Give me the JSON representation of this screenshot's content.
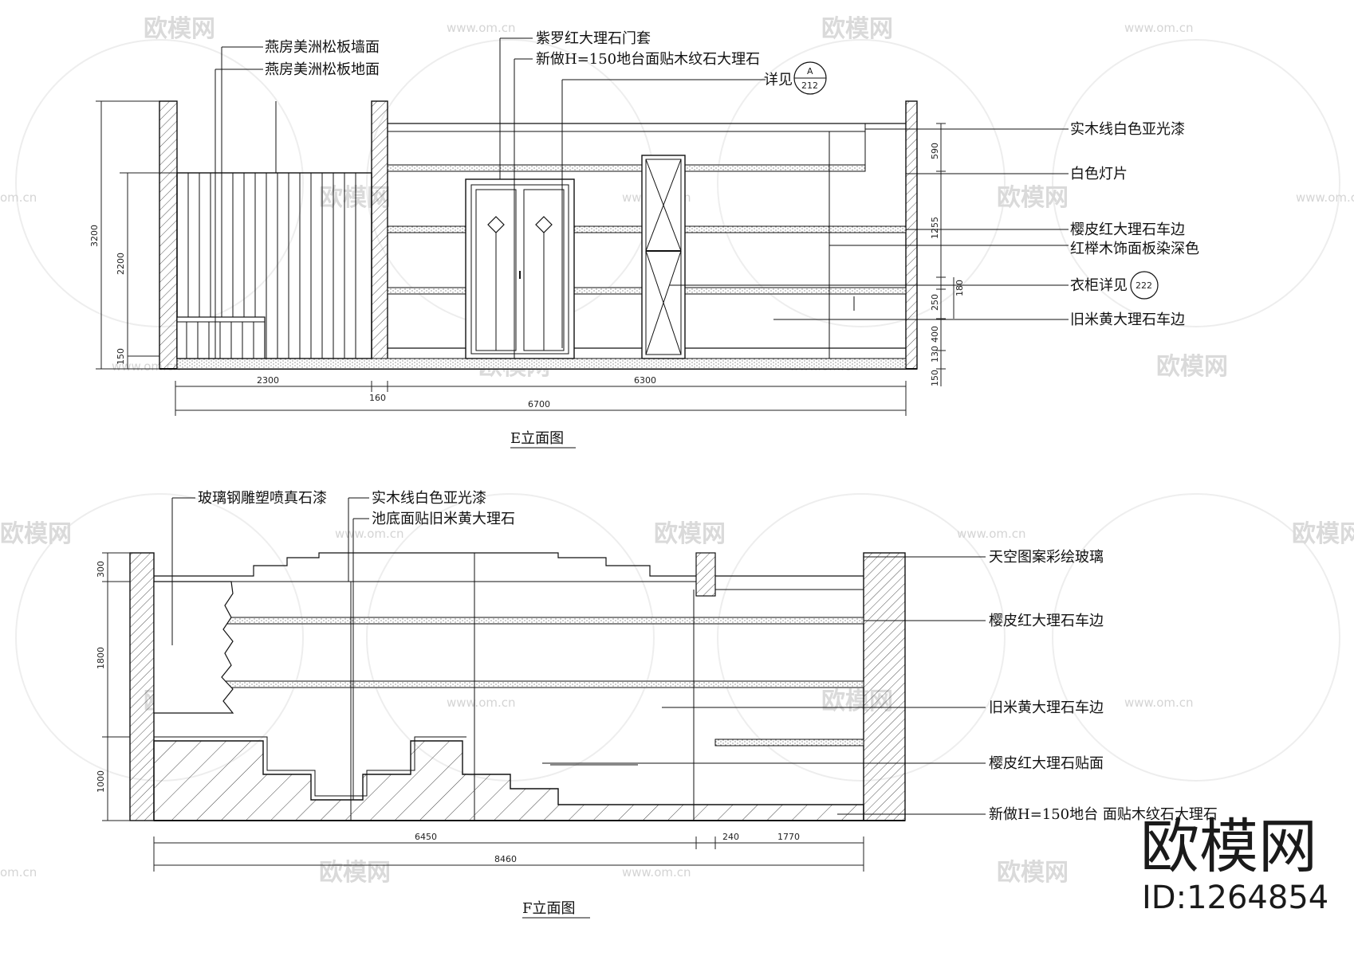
{
  "elevation_top": {
    "title": "E立面图",
    "labels_left": [
      "燕房美洲松板墙面",
      "燕房美洲松板地面"
    ],
    "labels_top": [
      "紫罗红大理石门套",
      "新做H=150地台面贴木纹石大理石",
      "详见"
    ],
    "detail_ref": {
      "top": "A",
      "bottom": "212"
    },
    "labels_right": [
      "实木线白色亚光漆",
      "白色灯片",
      "樱皮红大理石车边",
      "红榉木饰面板染深色",
      "衣柜详见",
      "旧米黄大理石车边"
    ],
    "wardrobe_ref": "222",
    "dims_bottom": [
      "2300",
      "160",
      "6300",
      "6700"
    ],
    "dims_left": [
      "3200",
      "2200",
      "150"
    ],
    "dims_right": [
      "590",
      "1255",
      "180",
      "250",
      "400",
      "130",
      "150"
    ]
  },
  "elevation_bottom": {
    "title": "F立面图",
    "labels_top": [
      "玻璃钢雕塑喷真石漆",
      "实木线白色亚光漆",
      "池底面贴旧米黄大理石"
    ],
    "labels_right": [
      "天空图案彩绘玻璃",
      "樱皮红大理石车边",
      "旧米黄大理石车边",
      "樱皮红大理石贴面",
      "新做H=150地台 面贴木纹石大理石"
    ],
    "dims_bottom": [
      "6450",
      "240",
      "1770",
      "8460"
    ],
    "dims_left": [
      "300",
      "1800",
      "1000"
    ]
  },
  "watermark": {
    "brand": "欧模网",
    "url": "www.om.cn",
    "url_short": "om.cn",
    "id": "ID:1264854"
  }
}
